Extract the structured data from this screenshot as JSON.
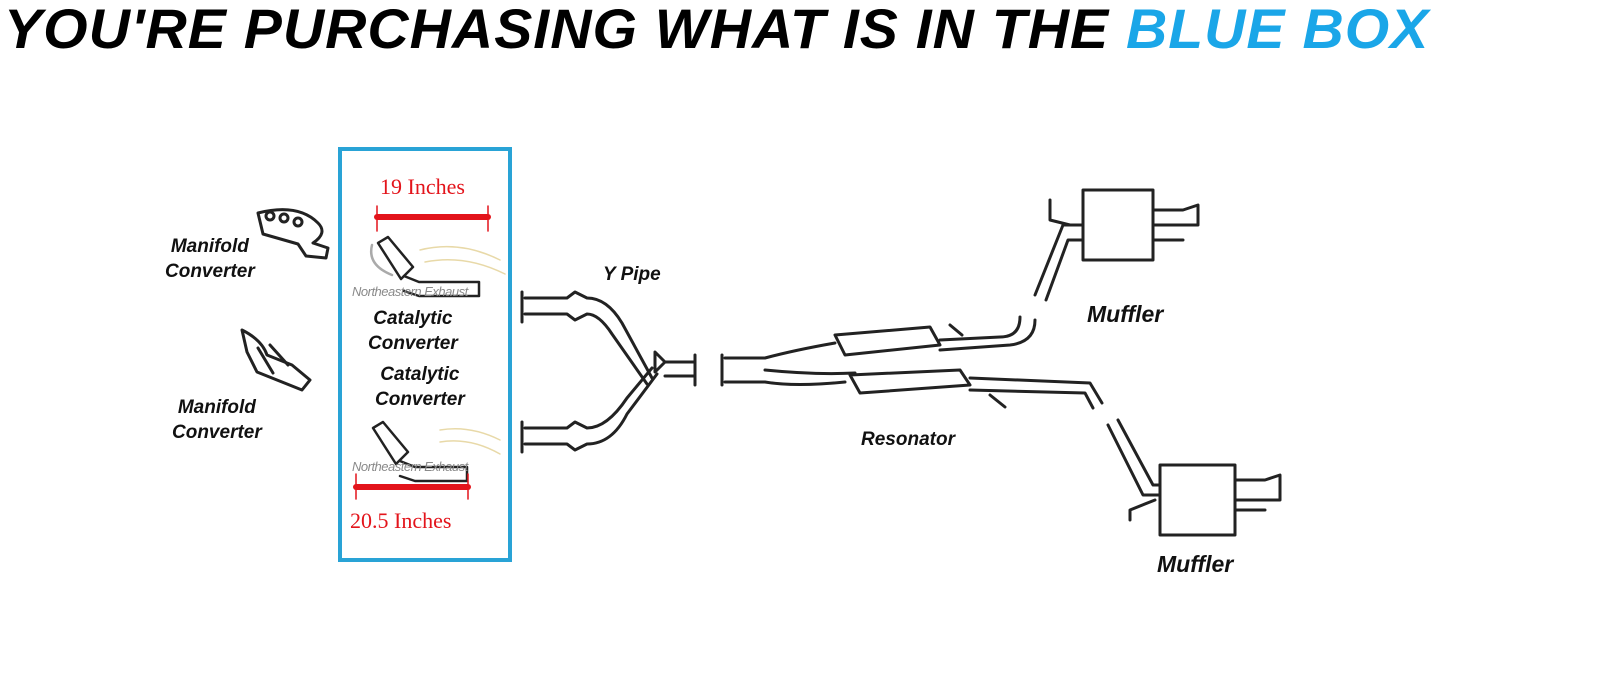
{
  "title": {
    "black": "You're purchasing what is in the",
    "blue": "Blue Box"
  },
  "colors": {
    "accent": "#1aa6e8",
    "box": "#29a3d6",
    "measure": "#e3141b"
  },
  "labels": {
    "manifold_1": [
      "Manifold",
      "Converter"
    ],
    "manifold_2": [
      "Manifold",
      "Converter"
    ],
    "catalytic_1": [
      "Catalytic",
      "Converter"
    ],
    "catalytic_2": [
      "Catalytic",
      "Converter"
    ],
    "y_pipe": "Y Pipe",
    "resonator": "Resonator",
    "muffler_1": "Muffler",
    "muffler_2": "Muffler"
  },
  "measurements": {
    "top": "19 Inches",
    "bottom": "20.5 Inches"
  },
  "watermark": "Northeastern Exhaust"
}
